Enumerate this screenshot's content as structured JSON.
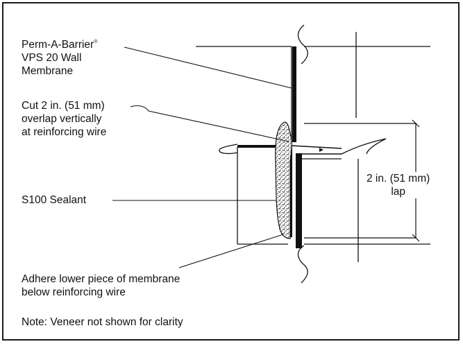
{
  "labels": {
    "membrane": {
      "line1": "Perm-A-Barrier",
      "line1_sup": "®",
      "line2": "VPS 20 Wall",
      "line3": "Membrane"
    },
    "cut": {
      "line1": "Cut 2 in. (51 mm)",
      "line2": "overlap vertically",
      "line3": "at reinforcing wire"
    },
    "sealant": "S100 Sealant",
    "adhere": {
      "line1": "Adhere lower piece of membrane",
      "line2": "below reinforcing wire"
    },
    "note": "Note: Veneer not shown for clarity",
    "lap": {
      "line1": "2 in. (51 mm)",
      "line2": "lap"
    }
  },
  "colors": {
    "line": "#111111",
    "frame": "#1a1a1a",
    "background": "#ffffff"
  }
}
